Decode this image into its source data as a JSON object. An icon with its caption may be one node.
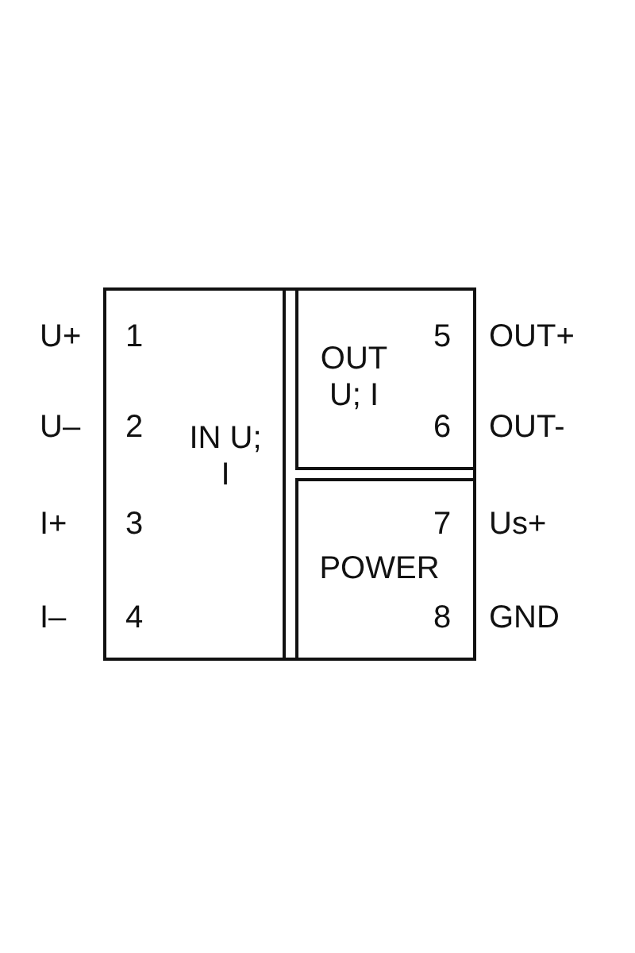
{
  "diagram": {
    "nodes": [
      {
        "text": [],
        "shape": "box"
      },
      {
        "text": [
          "IN U; I"
        ],
        "in": 0
      },
      {
        "text": [
          "OUT U; I"
        ],
        "in": 0
      },
      {
        "text": [
          "POWER"
        ],
        "in": 0
      }
    ],
    "labels": [
      "U+",
      "1",
      "5",
      "OUT+",
      "U–",
      "2",
      "6",
      "OUT-",
      "I+",
      "3",
      "7",
      "Us+",
      "I–",
      "4",
      "8",
      "GND"
    ]
  }
}
